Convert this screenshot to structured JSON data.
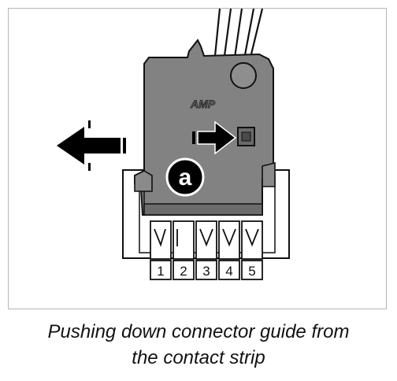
{
  "figure": {
    "brand": "AMP",
    "callout": "a",
    "pin_numbers": [
      "1",
      "2",
      "3",
      "4",
      "5"
    ]
  },
  "caption": {
    "line1": "Pushing down connector guide from",
    "line2": "the contact strip"
  },
  "colors": {
    "housing": "#7d7d7d",
    "housing_dark": "#5e5e5e",
    "strip": "#ffffff",
    "arrow": "#000000"
  },
  "icons": [
    "arrow-left-icon",
    "arrow-right-icon"
  ]
}
